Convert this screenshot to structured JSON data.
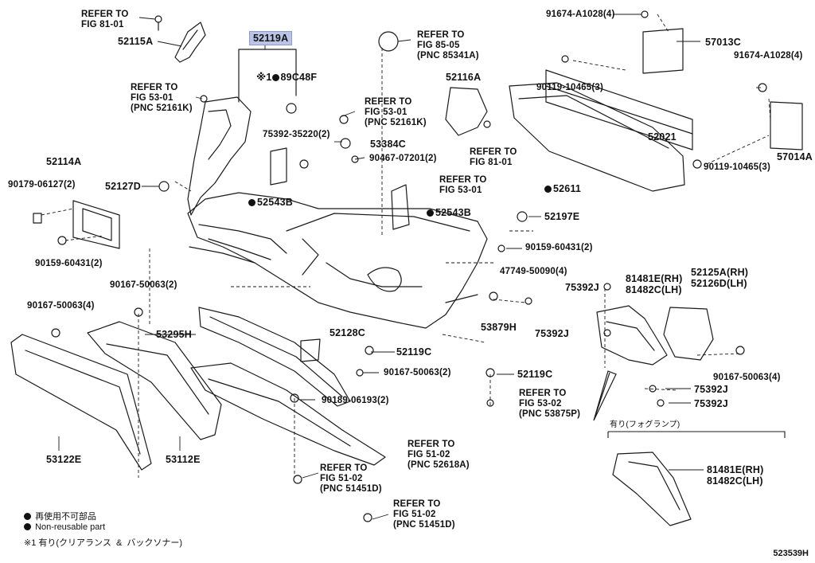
{
  "labels": {
    "ref_81_01_top": "REFER TO\nFIG 81-01",
    "p52115A": "52115A",
    "p52119A": "52119A",
    "p89C48F": "89C48F",
    "ref_53_01_left": "REFER TO\nFIG 53-01\n(PNC 52161K)",
    "ref_53_01_mid": "REFER TO\nFIG 53-01\n(PNC 52161K)",
    "p75392_35220": "75392-35220(2)",
    "p53384C": "53384C",
    "p90467": "90467-07201(2)",
    "ref_53_01_right": "REFER TO\nFIG 53-01",
    "ref_85_05": "REFER TO\nFIG 85-05\n(PNC 85341A)",
    "p52116A": "52116A",
    "ref_81_01_right": "REFER TO\nFIG 81-01",
    "p91674_top": "91674-A1028(4)",
    "p57013C": "57013C",
    "p90119_left": "90119-10465(3)",
    "p91674_right": "91674-A1028(4)",
    "p52021": "52021",
    "p57014A": "57014A",
    "p90119_right": "90119-10465(3)",
    "p52611": "52611",
    "p52114A": "52114A",
    "p90179": "90179-06127(2)",
    "p52127D": "52127D",
    "p52543B_left": "52543B",
    "p52543B_right": "52543B",
    "p52197E": "52197E",
    "p90159_left": "90159-60431(2)",
    "p90159_right": "90159-60431(2)",
    "p47749": "47749-50090(4)",
    "p75392J_a": "75392J",
    "p81481E": "81481E(RH)\n81482C(LH)",
    "p52125A": "52125A(RH)\n52126D(LH)",
    "p90167_63_2": "90167-50063(2)",
    "p90167_63_4": "90167-50063(4)",
    "p53295H": "53295H",
    "p52128C": "52128C",
    "p52119C_mid": "52119C",
    "p53879H": "53879H",
    "p75392J_b": "75392J",
    "p90167_63_2b": "90167-50063(2)",
    "p52119C_right": "52119C",
    "p90167_63_4b": "90167-50063(4)",
    "p75392J_c": "75392J",
    "p90189": "90189-06193(2)",
    "ref_53_02": "REFER TO\nFIG 53-02\n(PNC 53875P)",
    "p75392J_d": "75392J",
    "fog_heading": "有り(フォグランプ)",
    "ref_51_02_a": "REFER TO\nFIG 51-02\n(PNC 52618A)",
    "p81481E_b": "81481E(RH)\n81482C(LH)",
    "p53122E": "53122E",
    "p53112E": "53112E",
    "ref_51_02_b": "REFER TO\nFIG 51-02\n(PNC 51451D)",
    "ref_51_02_c": "REFER TO\nFIG 51-02\n(PNC 51451D)",
    "note_mark": "※1"
  },
  "legend": {
    "line1": "再使用不可部品",
    "line2": "Non-reusable part",
    "line3": "※1 有り(クリアランス  &  バックソナー)"
  },
  "figure_code": "523539H",
  "colors": {
    "highlight": "#b9c4e6",
    "ink": "#111111"
  }
}
